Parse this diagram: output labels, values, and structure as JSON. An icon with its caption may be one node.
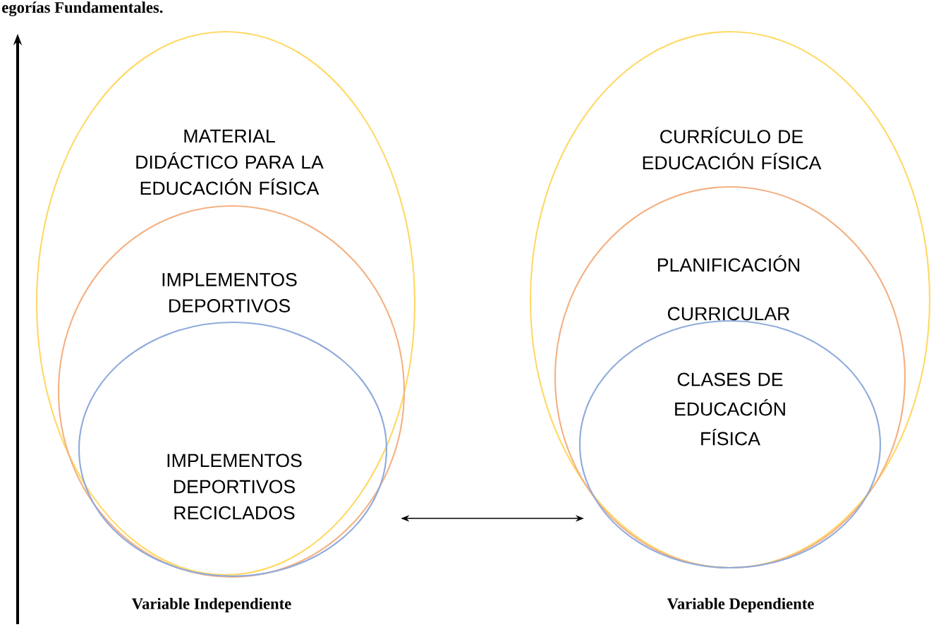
{
  "diagram": {
    "title": "egorías Fundamentales.",
    "nodes": [
      {
        "text": [
          "MATERIAL DIDÁCTICO PARA LA EDUCACIÓN FÍSICA"
        ]
      },
      {
        "text": [
          "IMPLEMENTOS DEPORTIVOS"
        ],
        "in": 0
      },
      {
        "text": [
          "IMPLEMENTOS DEPORTIVOS RECICLADOS"
        ],
        "in": 1
      },
      {
        "text": [
          "CURRÍCULO DE EDUCACIÓN FÍSICA"
        ]
      },
      {
        "text": [
          "PLANIFICACIÓN CURRICULAR"
        ],
        "in": 3
      },
      {
        "text": [
          "CLASES DE EDUCACIÓN FÍSICA"
        ],
        "in": 4
      }
    ],
    "edges": [
      {
        "from": 2,
        "to": 5,
        "arrow": "both"
      }
    ],
    "labels": [
      "Variable Independiente",
      "Variable Dependiente"
    ]
  }
}
